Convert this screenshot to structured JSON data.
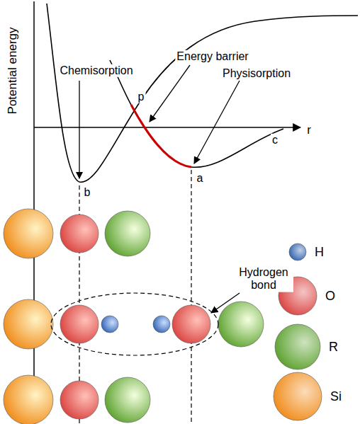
{
  "diagram": {
    "labels": [
      "Potential energy",
      "Chemisorption",
      "Energy barrier",
      "p",
      "Physisorption",
      "r",
      "c",
      "b",
      "a",
      "Hydrogen bond"
    ],
    "legend": [
      {
        "text": "H",
        "color": "#2f62b0"
      },
      {
        "text": "O",
        "color": "#d9413f"
      },
      {
        "text": "R",
        "color": "#5aa02c"
      },
      {
        "text": "Si",
        "color": "#f08a17"
      }
    ]
  }
}
